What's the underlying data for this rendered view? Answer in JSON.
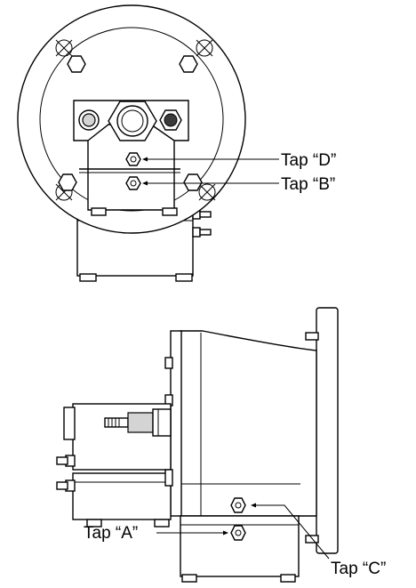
{
  "labels": {
    "tap_d": "Tap “D”",
    "tap_b": "Tap “B”",
    "tap_a": "Tap “A”",
    "tap_c": "Tap “C”"
  }
}
